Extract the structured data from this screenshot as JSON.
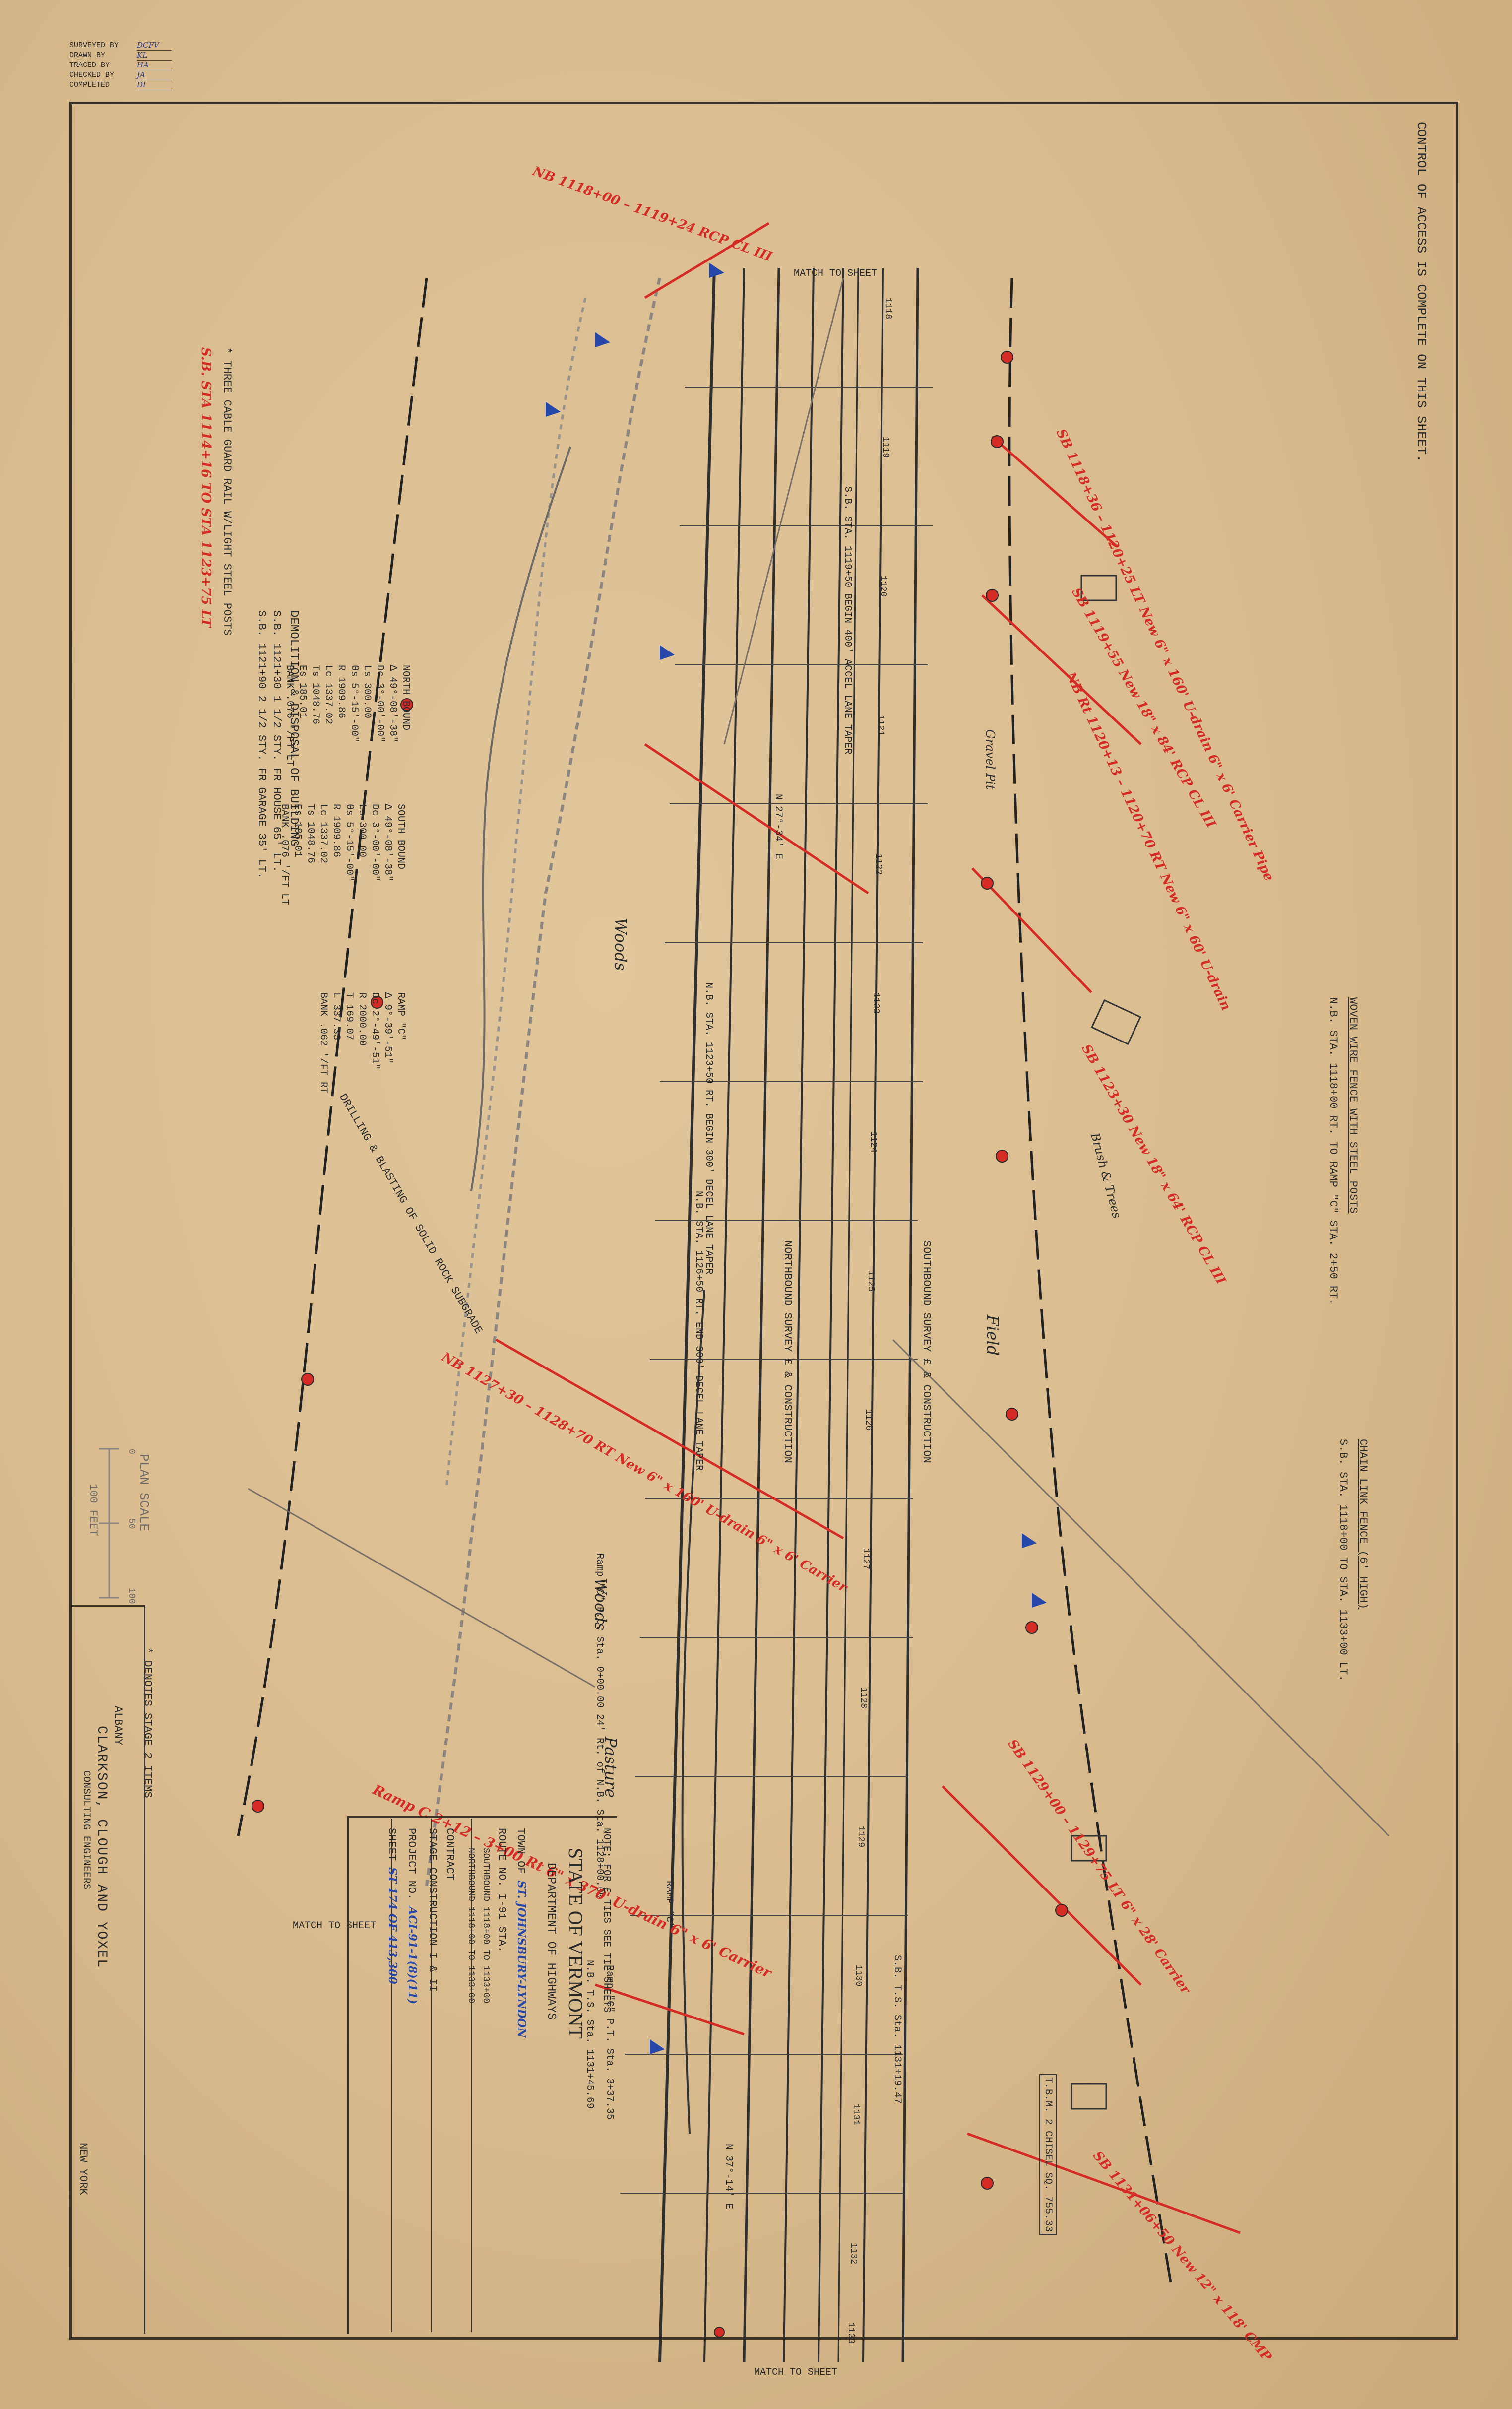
{
  "survey_block": {
    "rows": [
      {
        "label": "SURVEYED BY",
        "value": "DCFV"
      },
      {
        "label": "DRAWN BY",
        "value": "KL"
      },
      {
        "label": "TRACED BY",
        "value": "HA"
      },
      {
        "label": "CHECKED BY",
        "value": "JA"
      },
      {
        "label": "COMPLETED",
        "value": "DI"
      }
    ]
  },
  "side_note": "CONTROL OF ACCESS IS COMPLETE ON THIS SHEET.",
  "match_top": "MATCH TO SHEET",
  "match_bottom": "MATCH TO SHEET",
  "match_left": "MATCH TO SHEET",
  "notes": {
    "demolition_title": "DEMOLITION & DISPOSAL OF BUILDING",
    "demolition_1": "S.B. 1121+30  1 1/2 STY. FR HOUSE 65' LT.",
    "demolition_2": "S.B. 1121+90  2 1/2 STY. FR GARAGE 35' LT.",
    "guard_rail": "* THREE CABLE GUARD RAIL W/LIGHT STEEL POSTS",
    "guard_rail_sb": "S.B. STA 1114+16 TO STA 1123+75 LT",
    "drilling": "DRILLING & BLASTING OF SOLID ROCK SUBGRADE",
    "stage2": "* DENOTES STAGE 2 ITEMS",
    "woven_fence": "WOVEN WIRE FENCE WITH STEEL POSTS",
    "woven_fence_sta": "N.B. STA. 1118+00 RT. TO RAMP \"C\" STA. 2+50 RT.",
    "chain_fence": "CHAIN LINK FENCE (6' HIGH)",
    "chain_fence_sta": "S.B. STA. 1118+00 TO STA. 1133+00 LT.",
    "tie_note": "NOTE: FOR £ TIES SEE TIE SHEETS"
  },
  "curve_north": {
    "heading": "NORTH BOUND",
    "rows": [
      {
        "k": "Δ",
        "v": "49°-08'-38\""
      },
      {
        "k": "Dc",
        "v": "3°-00'-00\""
      },
      {
        "k": "Ls",
        "v": "300.00"
      },
      {
        "k": "θs",
        "v": "5°-15'-00\""
      },
      {
        "k": "R",
        "v": "1909.86"
      },
      {
        "k": "Lc",
        "v": "1337.02"
      },
      {
        "k": "Ts",
        "v": "1048.76"
      },
      {
        "k": "Es",
        "v": "185.01"
      },
      {
        "k": "BANK",
        "v": ".076 '/FT LT"
      }
    ]
  },
  "curve_south": {
    "heading": "SOUTH BOUND",
    "rows": [
      {
        "k": "Δ",
        "v": "49°-08'-38\""
      },
      {
        "k": "Dc",
        "v": "3°-00'-00\""
      },
      {
        "k": "Ls",
        "v": "300.00"
      },
      {
        "k": "θs",
        "v": "5°-15'-00\""
      },
      {
        "k": "R",
        "v": "1909.86"
      },
      {
        "k": "Lc",
        "v": "1337.02"
      },
      {
        "k": "Ts",
        "v": "1048.76"
      },
      {
        "k": "Es",
        "v": "185.01"
      },
      {
        "k": "BANK",
        "v": ".076 '/FT LT"
      }
    ]
  },
  "curve_ramp": {
    "heading": "RAMP \"C\"",
    "rows": [
      {
        "k": "Δ",
        "v": "9°-39'-51\""
      },
      {
        "k": "Dc",
        "v": "2°-49'-51\""
      },
      {
        "k": "R",
        "v": "2000.00"
      },
      {
        "k": "T",
        "v": "169.07"
      },
      {
        "k": "L",
        "v": "337.33"
      },
      {
        "k": "BANK",
        "v": ".062 '/FT RT"
      }
    ]
  },
  "alignment_labels": {
    "sb_survey": "SOUTHBOUND SURVEY £ & CONSTRUCTION",
    "nb_survey": "NORTHBOUND SURVEY £ & CONSTRUCTION",
    "lane_taper": "S.B. STA. 1119+50  BEGIN 400' ACCEL LANE TAPER",
    "begin_decel": "N.B. STA. 1123+50 RT. BEGIN 300' DECEL LANE TAPER",
    "end_decel": "N.B. STA. 1126+50 RT. END 300' DECEL LANE TAPER",
    "sb_ts": "S.B. T.S. Sta. 1131+19.47",
    "nb_ts": "N.B. T.S. Sta. 1131+45.69",
    "ramp_pt": "Ramp \"C\" P.T. Sta. 3+37.35",
    "ramp_pc": "Ramp \"C\" P.C. Sta. 0+00.00  24' Rt. of N.B. Sta. 1128+00.00",
    "bearing_1": "N 27°-34' E",
    "bearing_2": "N 37°-14' E",
    "ramp_c": "RAMP \"C\""
  },
  "terrain_labels": [
    "Woods",
    "Woods",
    "Field",
    "Pasture",
    "Gravel Pit",
    "Brush & Trees"
  ],
  "station_ticks": [
    "1118",
    "1119",
    "1120",
    "1121",
    "1122",
    "1123",
    "1124",
    "1125",
    "1126",
    "1127",
    "1128",
    "1129",
    "1130",
    "1131",
    "1132",
    "1133"
  ],
  "red_annotations": [
    "SB 1118+36 – 1120+25 LT  New 6\" x 160' U-drain  6\" x 6' Carrier Pipe",
    "SB 1119+55  New 18\" x 84' RCP CL III",
    "NB Rt 1120+13 – 1120+70 RT  New 6\" x 60' U-drain",
    "SB 1123+30  New 18\" x 64' RCP CL III",
    "SB 1129+00 – 1129+75 LT  6\" x 28' Carrier",
    "SB 1131+06+50  New 12\" x 118' CMP",
    "NB 1127+30 – 1128+70 RT  New 6\" x 160' U-drain  6\" x 6' Carrier",
    "Ramp C 2+12 – 3+00 Rt  6\" x 370' U-drain  6\" x 6' Carrier",
    "NB 1118+00 – 1119+24 RCP CL III"
  ],
  "title_block": {
    "state": "STATE OF VERMONT",
    "dept": "DEPARTMENT OF HIGHWAYS",
    "town_label": "TOWN OF",
    "town": "ST. JOHNSBURY-LYNDON",
    "route_label": "ROUTE NO.",
    "route": "I-91",
    "sta_label": "STA.",
    "southbound": "SOUTHBOUND 1118+00 TO 1133+00",
    "northbound": "NORTHBOUND 1118+00 TO 1133+00",
    "contract_label": "CONTRACT",
    "stage": "STAGE CONSTRUCTION I & II",
    "project_label": "PROJECT NO.",
    "project": "ACI-91-1(8)(11)",
    "sheet_label": "SHEET",
    "sheet": "ST 174 OF 413,300"
  },
  "firm": {
    "name": "CLARKSON, CLOUGH AND YOXEL",
    "sub": "CONSULTING ENGINEERS",
    "city_left": "ALBANY",
    "city_right": "NEW YORK"
  },
  "scale": {
    "title": "PLAN SCALE",
    "zero": "0",
    "fifty": "50",
    "hundred": "100",
    "unit": "100 FEET"
  },
  "tbm": "T.B.M. 2 CHISEL SQ. 755.33"
}
